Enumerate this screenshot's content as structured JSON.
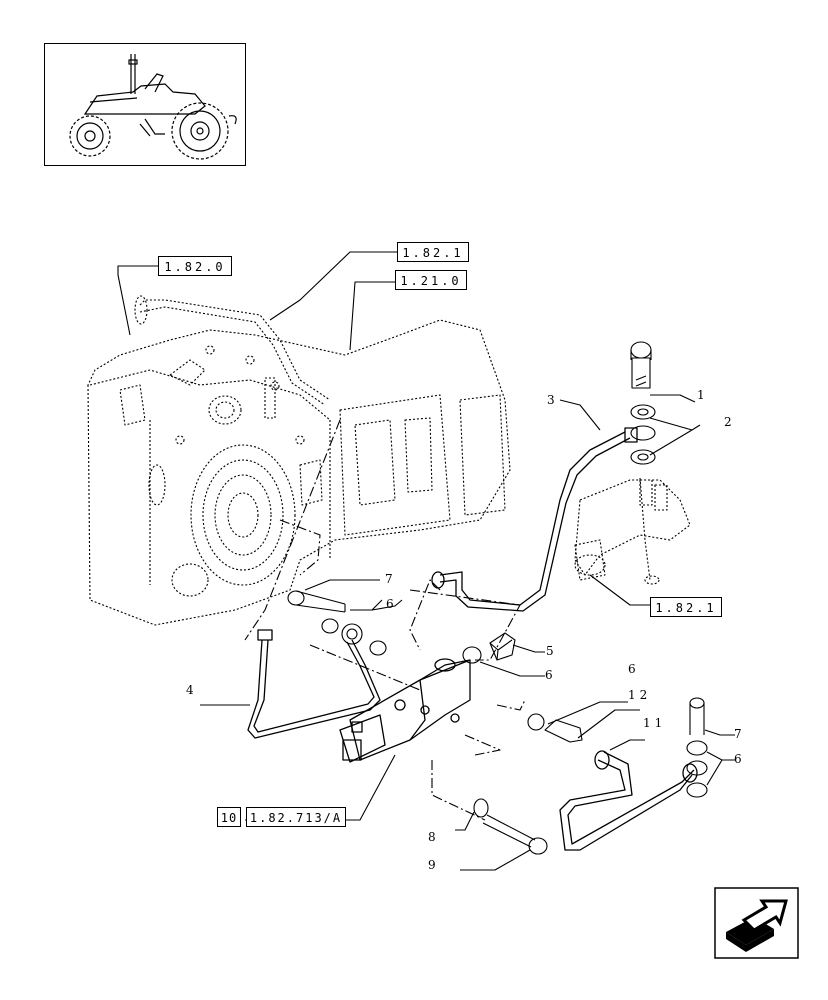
{
  "reference_boxes": {
    "ref_1_82_0_top": "1.82.0",
    "ref_1_82_1_top": "1.82.1",
    "ref_1_21_0": "1.21.0",
    "ref_1_82_1_right": "1.82.1",
    "ref_group_prefix": "10",
    "ref_1_82_713_A": "1.82.713/A"
  },
  "part_callouts": {
    "p1": "1",
    "p2": "2",
    "p3": "3",
    "p4": "4",
    "p5": "5",
    "p6a": "6",
    "p6b": "6",
    "p6c": "6",
    "p6d": "6",
    "p7a": "7",
    "p7b": "7",
    "p8": "8",
    "p9": "9",
    "p11": "11",
    "p12": "12"
  },
  "icons": {
    "thumbnail": "tractor-thumbnail-icon",
    "navigation": "next-page-arrow-icon"
  }
}
